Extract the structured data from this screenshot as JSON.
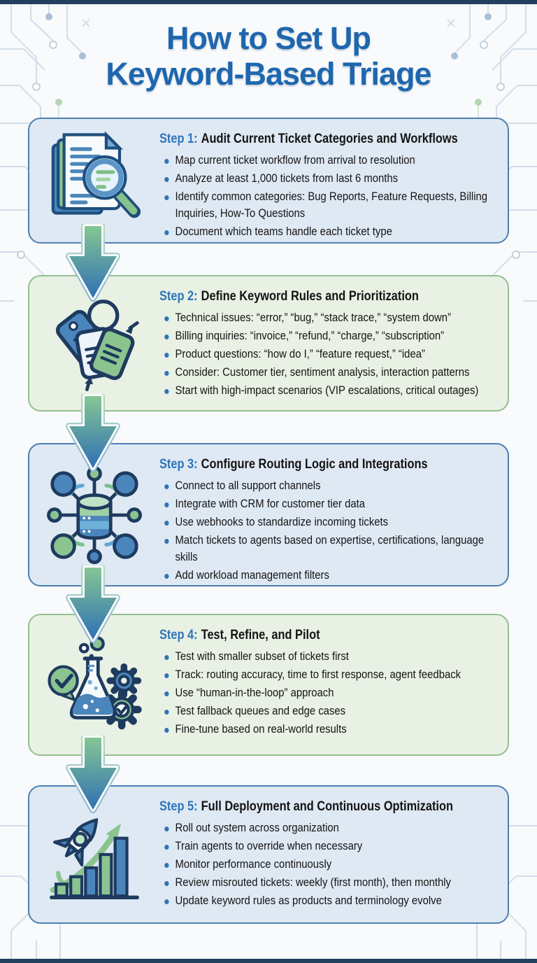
{
  "header": {
    "title_line1": "How to Set Up",
    "title_line2": "Keyword-Based Triage"
  },
  "colors": {
    "title_blue": "#1e67ae",
    "step_label_blue": "#2d74b8",
    "body_text": "#141414",
    "card_blue_bg": "#dfe9f4",
    "card_blue_border": "#4c80b2",
    "card_green_bg": "#e8f1e4",
    "card_green_border": "#94bf90",
    "arrow_gradient_top": "#85c694",
    "arrow_gradient_bottom": "#2f70b4",
    "frame_navy": "#223f5e"
  },
  "steps": [
    {
      "label": "Step 1:",
      "title": "Audit Current Ticket Categories and Workflows",
      "icon": "documents-magnifier-icon",
      "theme": "blue",
      "bullets": [
        "Map current ticket workflow from arrival to resolution",
        "Analyze at least 1,000 tickets from last 6 months",
        "Identify common categories: Bug Reports, Feature Requests, Billing Inquiries, How-To Questions",
        "Document which teams handle each ticket type"
      ]
    },
    {
      "label": "Step 2:",
      "title": "Define Keyword Rules and Prioritization",
      "icon": "price-tags-icon",
      "theme": "green",
      "bullets": [
        "Technical issues: “error,” “bug,” “stack trace,” “system down”",
        "Billing inquiries: “invoice,” “refund,” “charge,” “subscription”",
        "Product questions: “how do I,” “feature request,” “idea”",
        "Consider: Customer tier, sentiment analysis, interaction patterns",
        "Start with high-impact scenarios (VIP escalations, critical outages)"
      ]
    },
    {
      "label": "Step 3:",
      "title": "Configure Routing Logic and Integrations",
      "icon": "database-network-icon",
      "theme": "blue",
      "bullets": [
        "Connect to all support channels",
        "Integrate with CRM for customer tier data",
        "Use webhooks to standardize incoming tickets",
        "Match tickets to agents based on expertise, certifications, language skills",
        "Add workload management filters"
      ]
    },
    {
      "label": "Step 4:",
      "title": "Test, Refine, and Pilot",
      "icon": "flask-gears-icon",
      "theme": "green",
      "bullets": [
        "Test with smaller subset of tickets first",
        "Track: routing accuracy, time to first response, agent feedback",
        "Use “human-in-the-loop” approach",
        "Test fallback queues and edge cases",
        "Fine-tune based on real-world results"
      ]
    },
    {
      "label": "Step 5:",
      "title": "Full Deployment and Continuous Optimization",
      "icon": "rocket-growth-chart-icon",
      "theme": "blue",
      "bullets": [
        "Roll out system across organization",
        "Train agents to override when necessary",
        "Monitor performance continuously",
        "Review misrouted tickets: weekly (first month), then monthly",
        "Update keyword rules as products and terminology evolve"
      ]
    }
  ]
}
